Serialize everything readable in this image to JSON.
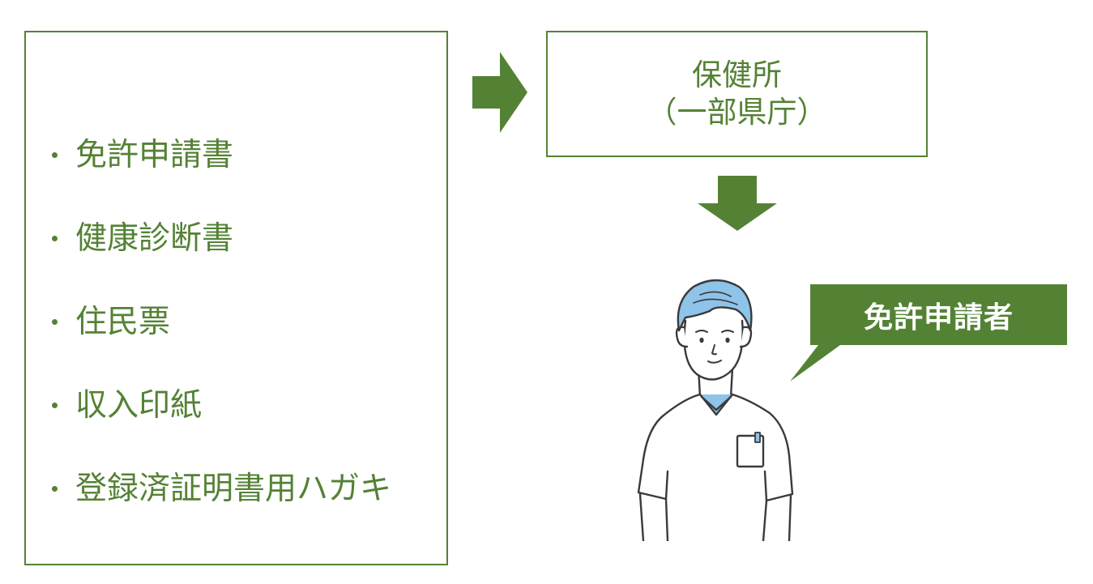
{
  "documents": {
    "items": [
      "免許申請書",
      "健康診断書",
      "住民票",
      "収入印紙",
      "登録済証明書用ハガキ"
    ]
  },
  "office": {
    "line1": "保健所",
    "line2": "（一部県庁）"
  },
  "applicant": {
    "label": "免許申請者"
  },
  "colors": {
    "accent_green": "#548235",
    "hair_blue": "#8ec3ea",
    "outline": "#3a3a3a"
  },
  "icons": [
    "arrow-right-icon",
    "arrow-down-icon",
    "applicant-illustration",
    "speech-bubble"
  ]
}
